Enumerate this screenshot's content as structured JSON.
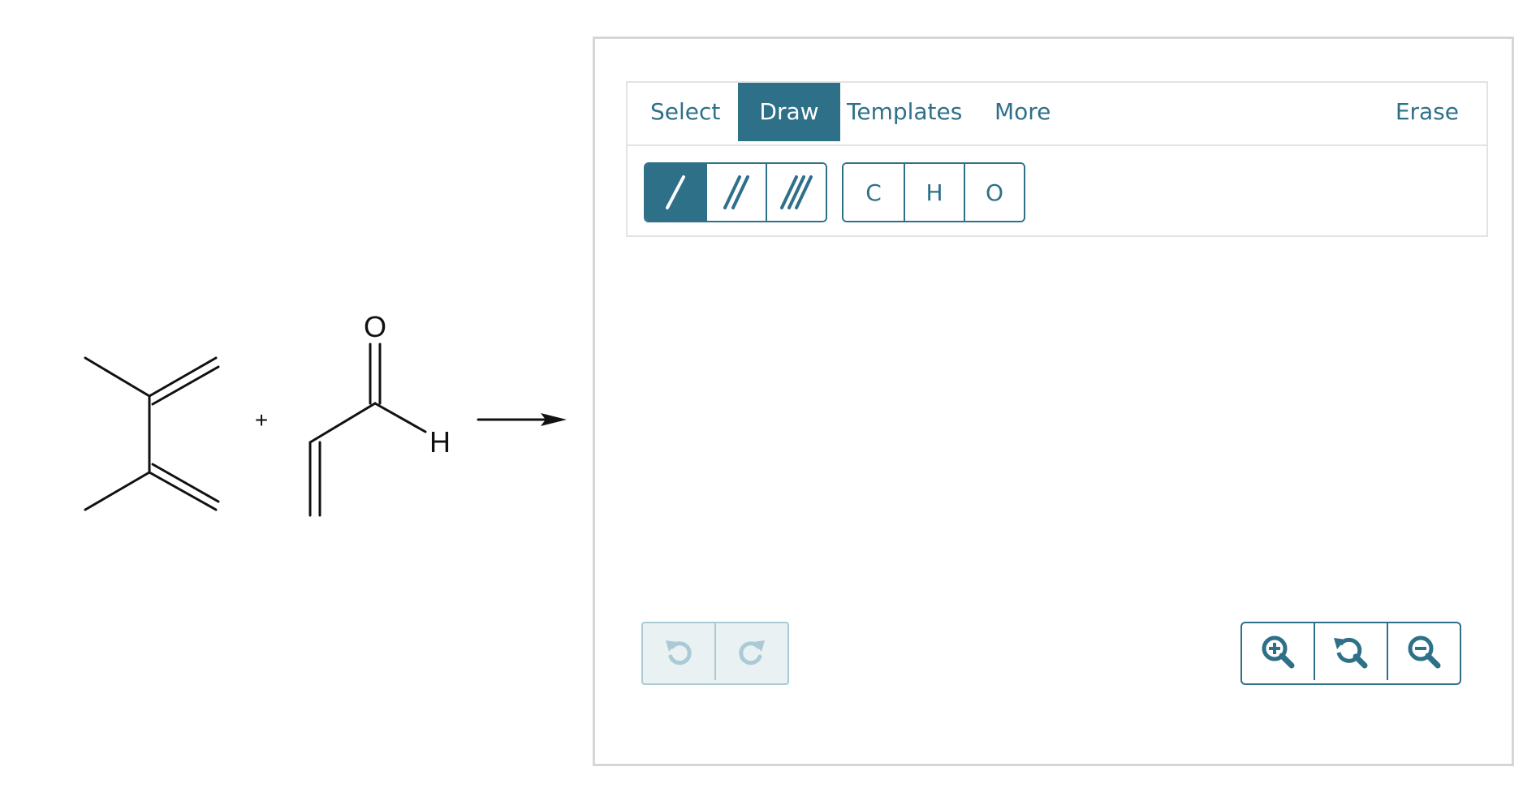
{
  "reaction": {
    "plus": "+",
    "atom_oxygen": "O",
    "atom_hydrogen": "H"
  },
  "editor": {
    "tabs": {
      "select": "Select",
      "draw": "Draw",
      "templates": "Templates",
      "more": "More",
      "erase": "Erase"
    },
    "active_tab": "Draw",
    "bond_tools": [
      "single-bond",
      "double-bond",
      "triple-bond"
    ],
    "active_bond": "single-bond",
    "atoms": {
      "c": "C",
      "h": "H",
      "o": "O"
    },
    "history_tools": [
      "undo-icon",
      "redo-icon"
    ],
    "zoom_tools": [
      "zoom-in-icon",
      "zoom-reset-icon",
      "zoom-out-icon"
    ],
    "colors": {
      "accent": "#2f7089",
      "disabled": "#aacbd5",
      "disabled_bg": "#eaf1f3",
      "border": "#d6d6d6"
    }
  }
}
